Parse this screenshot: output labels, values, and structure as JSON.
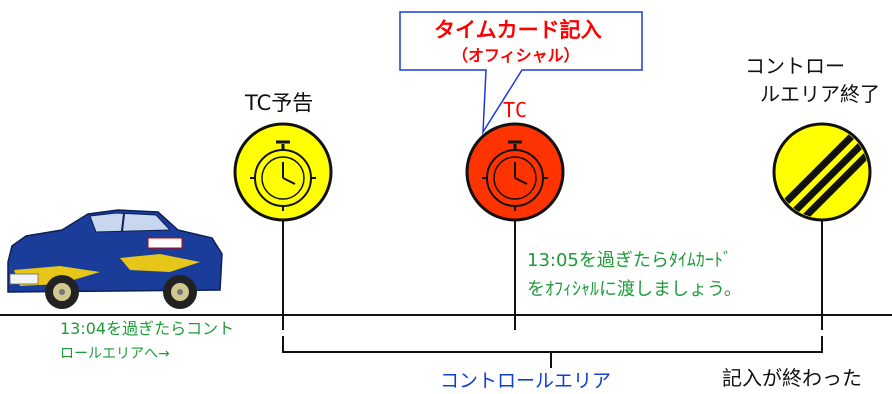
{
  "callout": {
    "title": "タイムカード記入",
    "subtitle": "（オフィシャル）"
  },
  "signs": [
    {
      "label_lines": [
        "TC予告"
      ],
      "type": "tc-notice",
      "color": "#ffff00"
    },
    {
      "label_lines": [
        "TC"
      ],
      "type": "time-control",
      "color": "#ff3300"
    },
    {
      "label_lines": [
        "コントロー",
        "ルエリア終了"
      ],
      "type": "end-of-area",
      "color": "#ffff00"
    }
  ],
  "notes": {
    "after_1304": [
      "13:04を過ぎたらコント",
      "ロールエリアへ→"
    ],
    "after_1305": [
      "13:05を過ぎたらﾀｲﾑｶｰﾄﾞ",
      "をｵﾌｨｼｬﾙに渡しましょう。"
    ],
    "control_area": "コントロールエリア",
    "after_fill": "記入が終わった"
  },
  "colors": {
    "callout_text": "#ff0000",
    "callout_border": "#1a3bd8",
    "note_green": "#1f9b3a",
    "area_label": "#1040d0",
    "sign_outline": "#111111"
  }
}
